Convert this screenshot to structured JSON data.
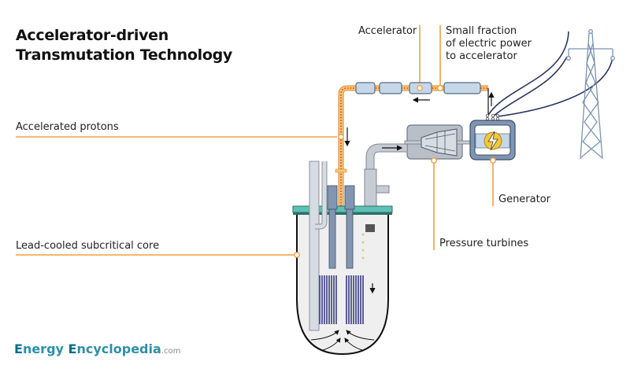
{
  "title": {
    "line1": "Accelerator-driven",
    "line2": "Transmutation Technology"
  },
  "labels": {
    "accelerator": "Accelerator",
    "power_fraction_line1": "Small fraction",
    "power_fraction_line2": "of electric power",
    "power_fraction_line3": "to accelerator",
    "accelerated_protons": "Accelerated protons",
    "core": "Lead-cooled subcritical core",
    "generator": "Generator",
    "turbines": "Pressure turbines"
  },
  "brand": {
    "e1": "E",
    "word1": "nergy ",
    "e2": "E",
    "word2": "ncyclopedia",
    "domain": ".com"
  },
  "colors": {
    "callout": "#f0a040",
    "proton_beam": "#f7c873",
    "beam_dots": "#e0302a",
    "vessel_lid": "#5fc1b5",
    "fuel_rods": "#4b4f8c",
    "steel": "#c7ccd4",
    "turbine_case": "#b8bfc8",
    "generator_core": "#f2c73a",
    "brand": "#2e8fa8"
  },
  "icons": {
    "generator_symbol": "lightning-bolt-icon",
    "flow_arrows": "arrow-icon",
    "pylon": "transmission-tower-icon"
  }
}
